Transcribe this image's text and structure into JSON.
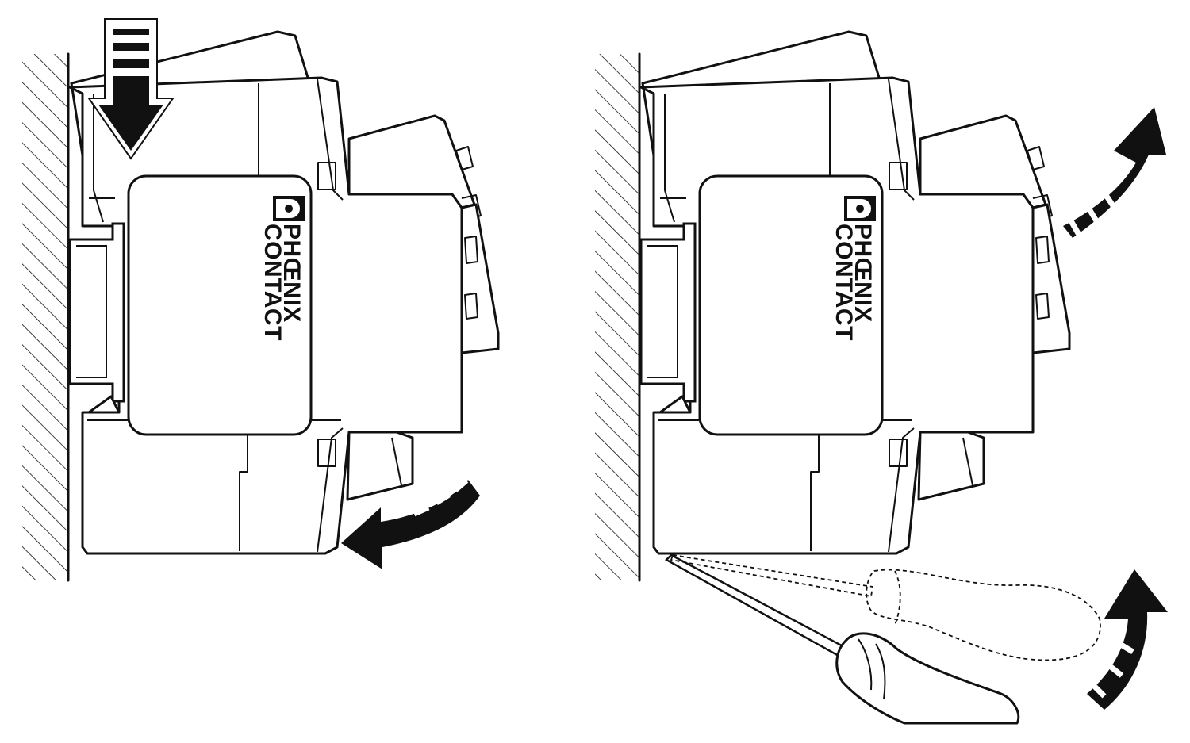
{
  "figure": {
    "panels": [
      {
        "id": "mounting",
        "brand_line1": "PHŒNIX",
        "brand_line2": "CONTACT"
      },
      {
        "id": "removal",
        "brand_line1": "PHŒNIX",
        "brand_line2": "CONTACT"
      }
    ]
  },
  "colors": {
    "ink": "#111111",
    "paper": "#ffffff"
  }
}
